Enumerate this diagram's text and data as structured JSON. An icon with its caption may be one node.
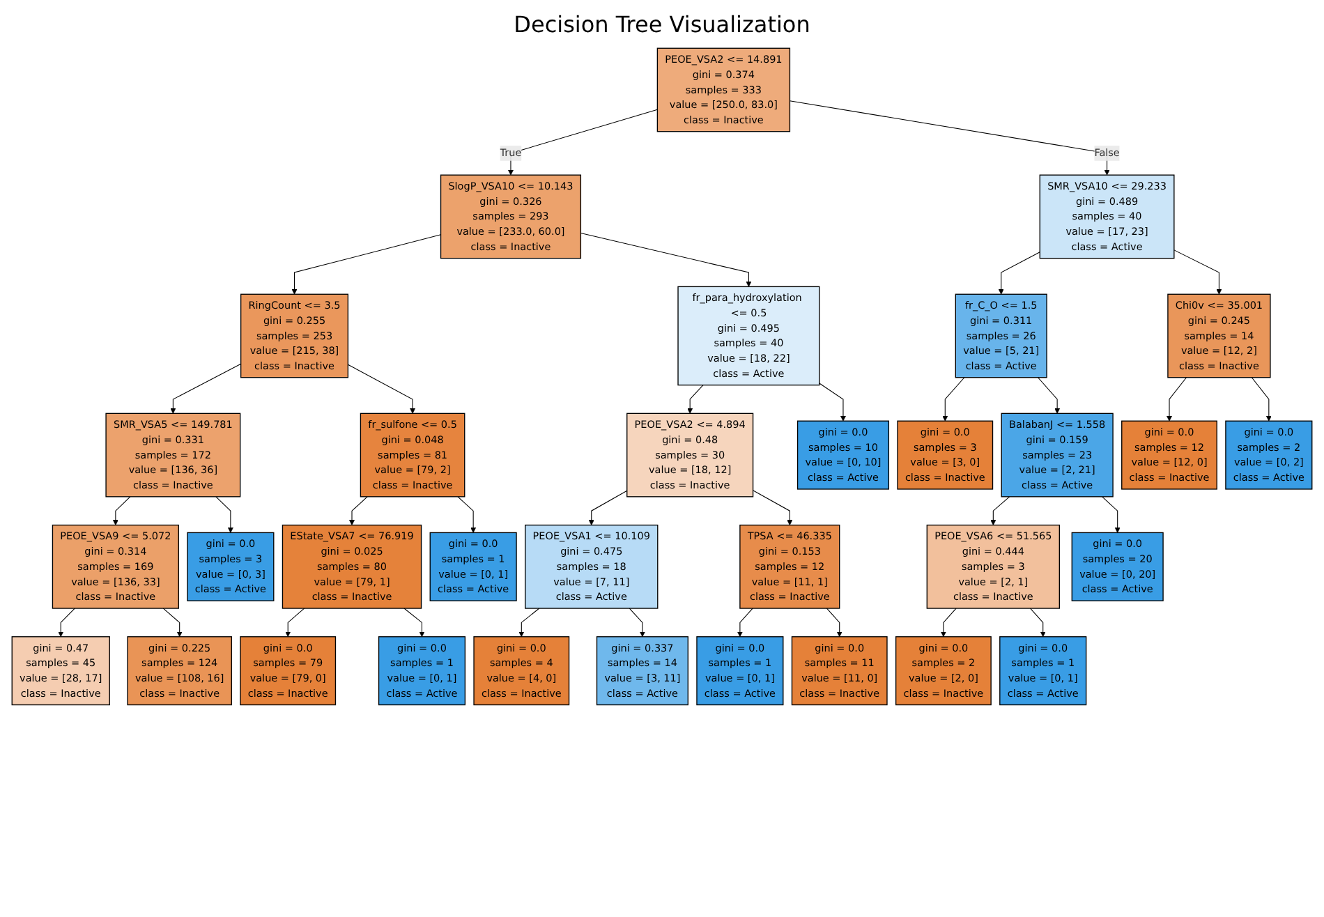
{
  "diagram": {
    "title": "Decision Tree Visualization",
    "nodes": [
      {
        "text": [
          "PEOE_VSA2 <= 14.891",
          "gini = 0.374",
          "samples = 333",
          "value = [250.0, 83.0]",
          "class = Inactive"
        ]
      },
      {
        "text": [
          "SlogP_VSA10 <= 10.143",
          "gini = 0.326",
          "samples = 293",
          "value = [233.0, 60.0]",
          "class = Inactive"
        ]
      },
      {
        "text": [
          "SMR_VSA10 <= 29.233",
          "gini = 0.489",
          "samples = 40",
          "value = [17, 23]",
          "class = Active"
        ]
      },
      {
        "text": [
          "RingCount <= 3.5",
          "gini = 0.255",
          "samples = 253",
          "value = [215, 38]",
          "class = Inactive"
        ]
      },
      {
        "text": [
          "fr_para_hydroxylation <= 0.5",
          "gini = 0.495",
          "samples = 40",
          "value = [18, 22]",
          "class = Active"
        ]
      },
      {
        "text": [
          "fr_C_O <= 1.5",
          "gini = 0.311",
          "samples = 26",
          "value = [5, 21]",
          "class = Active"
        ]
      },
      {
        "text": [
          "Chi0v <= 35.001",
          "gini = 0.245",
          "samples = 14",
          "value = [12, 2]",
          "class = Inactive"
        ]
      },
      {
        "text": [
          "SMR_VSA5 <= 149.781",
          "gini = 0.331",
          "samples = 172",
          "value = [136, 36]",
          "class = Inactive"
        ]
      },
      {
        "text": [
          "fr_sulfone <= 0.5",
          "gini = 0.048",
          "samples = 81",
          "value = [79, 2]",
          "class = Inactive"
        ]
      },
      {
        "text": [
          "PEOE_VSA2 <= 4.894",
          "gini = 0.48",
          "samples = 30",
          "value = [18, 12]",
          "class = Inactive"
        ]
      },
      {
        "text": [
          "gini = 0.0",
          "samples = 10",
          "value = [0, 10]",
          "class = Active"
        ]
      },
      {
        "text": [
          "gini = 0.0",
          "samples = 3",
          "value = [3, 0]",
          "class = Inactive"
        ]
      },
      {
        "text": [
          "BalabanJ <= 1.558",
          "gini = 0.159",
          "samples = 23",
          "value = [2, 21]",
          "class = Active"
        ]
      },
      {
        "text": [
          "gini = 0.0",
          "samples = 12",
          "value = [12, 0]",
          "class = Inactive"
        ]
      },
      {
        "text": [
          "gini = 0.0",
          "samples = 2",
          "value = [0, 2]",
          "class = Active"
        ]
      },
      {
        "text": [
          "PEOE_VSA9 <= 5.072",
          "gini = 0.314",
          "samples = 169",
          "value = [136, 33]",
          "class = Inactive"
        ]
      },
      {
        "text": [
          "gini = 0.0",
          "samples = 3",
          "value = [0, 3]",
          "class = Active"
        ]
      },
      {
        "text": [
          "EState_VSA7 <= 76.919",
          "gini = 0.025",
          "samples = 80",
          "value = [79, 1]",
          "class = Inactive"
        ]
      },
      {
        "text": [
          "gini = 0.0",
          "samples = 1",
          "value = [0, 1]",
          "class = Active"
        ]
      },
      {
        "text": [
          "PEOE_VSA1 <= 10.109",
          "gini = 0.475",
          "samples = 18",
          "value = [7, 11]",
          "class = Active"
        ]
      },
      {
        "text": [
          "TPSA <= 46.335",
          "gini = 0.153",
          "samples = 12",
          "value = [11, 1]",
          "class = Inactive"
        ]
      },
      {
        "text": [
          "PEOE_VSA6 <= 51.565",
          "gini = 0.444",
          "samples = 3",
          "value = [2, 1]",
          "class = Inactive"
        ]
      },
      {
        "text": [
          "gini = 0.0",
          "samples = 20",
          "value = [0, 20]",
          "class = Active"
        ]
      },
      {
        "text": [
          "gini = 0.47",
          "samples = 45",
          "value = [28, 17]",
          "class = Inactive"
        ]
      },
      {
        "text": [
          "gini = 0.225",
          "samples = 124",
          "value = [108, 16]",
          "class = Inactive"
        ]
      },
      {
        "text": [
          "gini = 0.0",
          "samples = 79",
          "value = [79, 0]",
          "class = Inactive"
        ]
      },
      {
        "text": [
          "gini = 0.0",
          "samples = 1",
          "value = [0, 1]",
          "class = Active"
        ]
      },
      {
        "text": [
          "gini = 0.0",
          "samples = 4",
          "value = [4, 0]",
          "class = Inactive"
        ]
      },
      {
        "text": [
          "gini = 0.337",
          "samples = 14",
          "value = [3, 11]",
          "class = Active"
        ]
      },
      {
        "text": [
          "gini = 0.0",
          "samples = 1",
          "value = [0, 1]",
          "class = Active"
        ]
      },
      {
        "text": [
          "gini = 0.0",
          "samples = 11",
          "value = [11, 0]",
          "class = Inactive"
        ]
      },
      {
        "text": [
          "gini = 0.0",
          "samples = 2",
          "value = [2, 0]",
          "class = Inactive"
        ]
      },
      {
        "text": [
          "gini = 0.0",
          "samples = 1",
          "value = [0, 1]",
          "class = Active"
        ]
      }
    ],
    "edges": [
      {
        "from": 0,
        "to": 1,
        "arrow": "to",
        "label": "True"
      },
      {
        "from": 0,
        "to": 2,
        "arrow": "to",
        "label": "False"
      },
      {
        "from": 1,
        "to": 3,
        "arrow": "to"
      },
      {
        "from": 1,
        "to": 4,
        "arrow": "to"
      },
      {
        "from": 2,
        "to": 5,
        "arrow": "to"
      },
      {
        "from": 2,
        "to": 6,
        "arrow": "to"
      },
      {
        "from": 3,
        "to": 7,
        "arrow": "to"
      },
      {
        "from": 3,
        "to": 8,
        "arrow": "to"
      },
      {
        "from": 4,
        "to": 9,
        "arrow": "to"
      },
      {
        "from": 4,
        "to": 10,
        "arrow": "to"
      },
      {
        "from": 5,
        "to": 11,
        "arrow": "to"
      },
      {
        "from": 5,
        "to": 12,
        "arrow": "to"
      },
      {
        "from": 6,
        "to": 13,
        "arrow": "to"
      },
      {
        "from": 6,
        "to": 14,
        "arrow": "to"
      },
      {
        "from": 7,
        "to": 15,
        "arrow": "to"
      },
      {
        "from": 7,
        "to": 16,
        "arrow": "to"
      },
      {
        "from": 8,
        "to": 17,
        "arrow": "to"
      },
      {
        "from": 8,
        "to": 18,
        "arrow": "to"
      },
      {
        "from": 9,
        "to": 19,
        "arrow": "to"
      },
      {
        "from": 9,
        "to": 20,
        "arrow": "to"
      },
      {
        "from": 12,
        "to": 21,
        "arrow": "to"
      },
      {
        "from": 12,
        "to": 22,
        "arrow": "to"
      },
      {
        "from": 15,
        "to": 23,
        "arrow": "to"
      },
      {
        "from": 15,
        "to": 24,
        "arrow": "to"
      },
      {
        "from": 17,
        "to": 25,
        "arrow": "to"
      },
      {
        "from": 17,
        "to": 26,
        "arrow": "to"
      },
      {
        "from": 19,
        "to": 27,
        "arrow": "to"
      },
      {
        "from": 19,
        "to": 28,
        "arrow": "to"
      },
      {
        "from": 20,
        "to": 29,
        "arrow": "to"
      },
      {
        "from": 20,
        "to": 30,
        "arrow": "to"
      },
      {
        "from": 21,
        "to": 31,
        "arrow": "to"
      },
      {
        "from": 21,
        "to": 32,
        "arrow": "to"
      }
    ]
  }
}
